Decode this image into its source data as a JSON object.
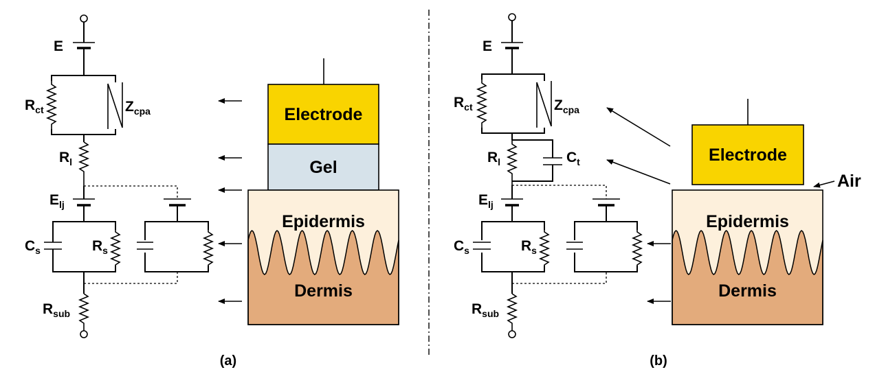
{
  "colors": {
    "electrode": "#f9d400",
    "gel": "#d6e2ea",
    "epidermis": "#fdf0dc",
    "dermis": "#e3ab7c",
    "outline": "#000000"
  },
  "panel_a": {
    "caption": "(a)",
    "labels": {
      "E": "E",
      "Rct": "R",
      "Rct_sub": "ct",
      "Zcpa": "Z",
      "Zcpa_sub": "cpa",
      "Rl": "R",
      "Rl_sub": "l",
      "Elj": "E",
      "Elj_sub": "lj",
      "Cs": "C",
      "Cs_sub": "s",
      "Rs": "R",
      "Rs_sub": "s",
      "Rsub": "R",
      "Rsub_sub": "sub"
    },
    "blocks": {
      "electrode": "Electrode",
      "gel": "Gel",
      "epidermis": "Epidermis",
      "dermis": "Dermis"
    }
  },
  "panel_b": {
    "caption": "(b)",
    "labels": {
      "E": "E",
      "Rct": "R",
      "Rct_sub": "ct",
      "Zcpa": "Z",
      "Zcpa_sub": "cpa",
      "Rl": "R",
      "Rl_sub": "l",
      "Ct": "C",
      "Ct_sub": "t",
      "Elj": "E",
      "Elj_sub": "lj",
      "Cs": "C",
      "Cs_sub": "s",
      "Rs": "R",
      "Rs_sub": "s",
      "Rsub": "R",
      "Rsub_sub": "sub"
    },
    "blocks": {
      "electrode": "Electrode",
      "air": "Air",
      "epidermis": "Epidermis",
      "dermis": "Dermis"
    }
  }
}
